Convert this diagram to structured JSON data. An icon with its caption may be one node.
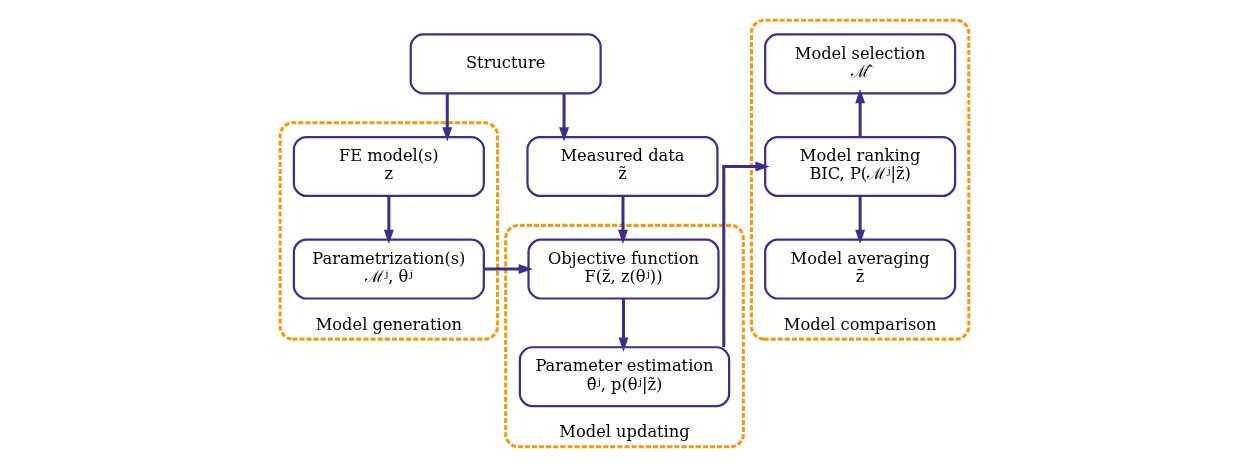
{
  "diagram": {
    "nodes": [
      {
        "text": [
          "Structure"
        ]
      },
      {
        "text": [
          "Measured data",
          "z̃"
        ]
      },
      {
        "text": [
          "Model generation"
        ]
      },
      {
        "text": [
          "FE model(s)",
          "z"
        ],
        "in": 2
      },
      {
        "text": [
          "Parametrization(s)",
          "ℳʲ, θʲ"
        ],
        "in": 2
      },
      {
        "text": [
          "Model updating"
        ]
      },
      {
        "text": [
          "Objective function",
          "F(z̃, z(θʲ))"
        ],
        "in": 5
      },
      {
        "text": [
          "Parameter estimation",
          "θ̂ʲ, p(θʲ|z̃)"
        ],
        "in": 5
      },
      {
        "text": [
          "Model comparison"
        ]
      },
      {
        "text": [
          "Model selection",
          "ℳ̂"
        ],
        "in": 8
      },
      {
        "text": [
          "Model ranking",
          "BIC, P(ℳʲ|z̃)"
        ],
        "in": 8
      },
      {
        "text": [
          "Model averaging",
          "z̄"
        ],
        "in": 8
      }
    ],
    "edges": [
      {
        "from": 0,
        "to": 1,
        "arrow": "to"
      },
      {
        "from": 0,
        "to": 3,
        "arrow": "to"
      },
      {
        "from": 1,
        "to": 6,
        "arrow": "to"
      },
      {
        "from": 3,
        "to": 4,
        "arrow": "to"
      },
      {
        "from": 4,
        "to": 6,
        "arrow": "to"
      },
      {
        "from": 6,
        "to": 7,
        "arrow": "to"
      },
      {
        "from": 7,
        "to": 10,
        "arrow": "to"
      },
      {
        "from": 10,
        "to": 9,
        "arrow": "to"
      },
      {
        "from": 10,
        "to": 11,
        "arrow": "to"
      }
    ]
  }
}
